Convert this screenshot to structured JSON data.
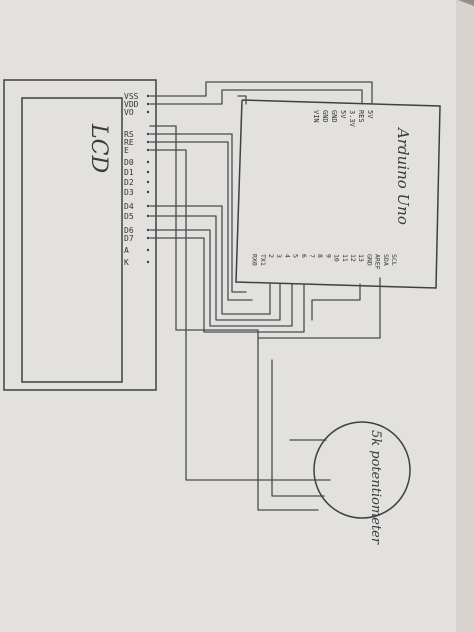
{
  "lcd": {
    "title": "LCD",
    "pins": [
      "VSS",
      "VDD",
      "VO",
      "RS",
      "RE",
      "E",
      "D0",
      "D1",
      "D2",
      "D3",
      "D4",
      "D5",
      "D6",
      "D7",
      "A",
      "K"
    ]
  },
  "arduino": {
    "title": "Arduino Uno",
    "power_pins": [
      "5V",
      "RES",
      "3.3V",
      "5V",
      "GND",
      "GND",
      "VIN"
    ],
    "digital_pins": [
      "SCL",
      "SDA",
      "AREF",
      "GND",
      "13",
      "12",
      "11",
      "10",
      "9",
      "8",
      "7",
      "6",
      "5",
      "4",
      "3",
      "2",
      "TX1",
      "RX0"
    ]
  },
  "potentiometer": {
    "label": "5k potentiometer"
  },
  "colors": {
    "paper": "#e3e1dd",
    "ink": "#3f3f46",
    "background": "#3f3c38"
  }
}
